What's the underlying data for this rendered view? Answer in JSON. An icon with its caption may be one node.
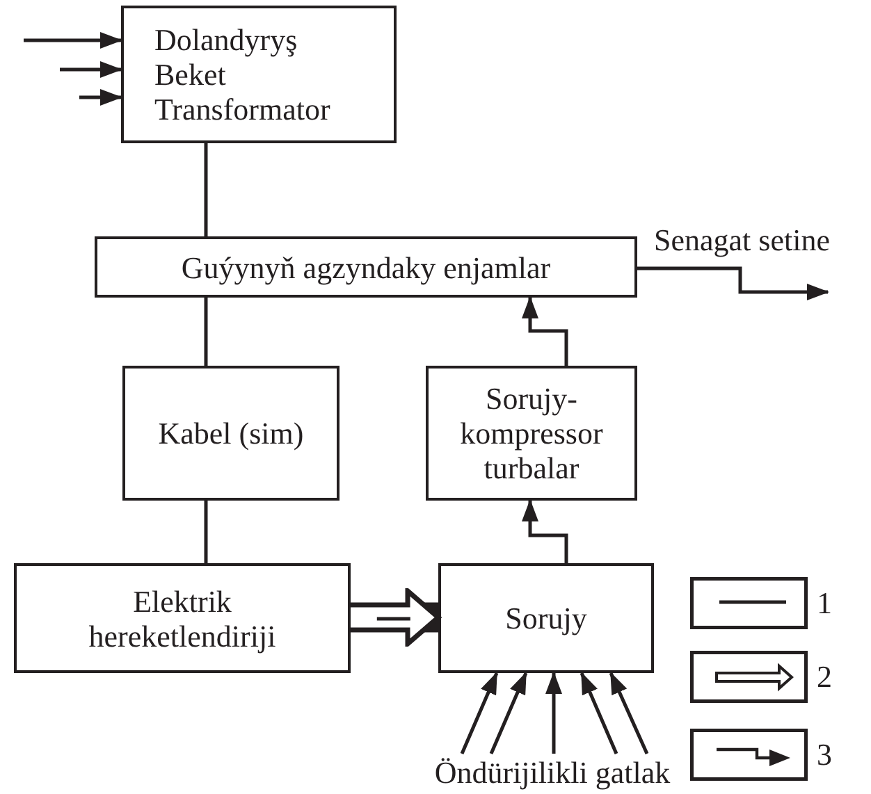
{
  "diagram": {
    "nodes": [
      {
        "text": [
          "Dolandyryş",
          "Beket",
          "Transformator"
        ]
      },
      {
        "text": [
          "Guýynyň agzyndaky enjamlar"
        ]
      },
      {
        "text": [
          "Kabel (sim)"
        ]
      },
      {
        "text": [
          "Sorujy-kompressor turbalar"
        ]
      },
      {
        "text": [
          "Elektrik hereketlendiriji"
        ]
      },
      {
        "text": [
          "Sorujy"
        ]
      },
      {
        "text": [
          "Öndürijilikli gatlak"
        ]
      }
    ],
    "edges": [
      {
        "from": null,
        "to": 0,
        "arrow": "to"
      },
      {
        "from": null,
        "to": 0,
        "arrow": "to"
      },
      {
        "from": null,
        "to": 0,
        "arrow": "to"
      },
      {
        "from": 0,
        "to": 1,
        "arrow": "none"
      },
      {
        "from": 1,
        "to": 2,
        "arrow": "none"
      },
      {
        "from": 2,
        "to": 4,
        "arrow": "none"
      },
      {
        "from": 4,
        "to": 5,
        "arrow": "to",
        "style": "thick"
      },
      {
        "from": 5,
        "to": 3,
        "arrow": "to"
      },
      {
        "from": 3,
        "to": 1,
        "arrow": "to"
      },
      {
        "from": 1,
        "to": null,
        "arrow": "to",
        "label": "Senagat setine"
      },
      {
        "from": 6,
        "to": 5,
        "arrow": "to"
      },
      {
        "from": 6,
        "to": 5,
        "arrow": "to"
      },
      {
        "from": 6,
        "to": 5,
        "arrow": "to"
      },
      {
        "from": 6,
        "to": 5,
        "arrow": "to"
      },
      {
        "from": 6,
        "to": 5,
        "arrow": "to"
      }
    ],
    "legend": [
      {
        "text": "1"
      },
      {
        "text": "2"
      },
      {
        "text": "3"
      }
    ]
  }
}
